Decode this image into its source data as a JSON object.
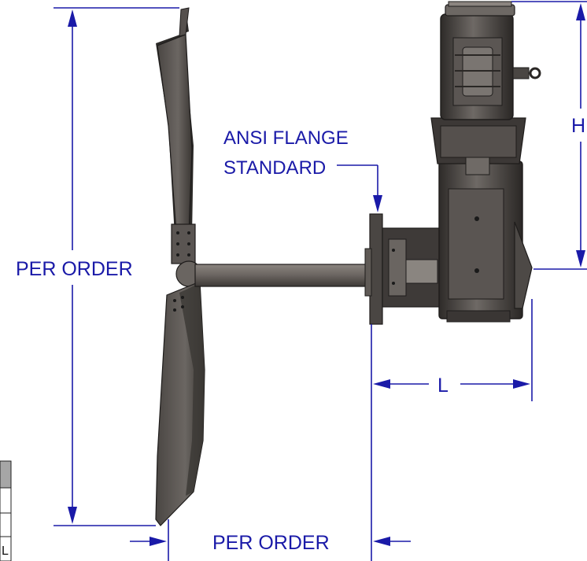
{
  "labels": {
    "flange_line1": "ANSI FLANGE",
    "flange_line2": "STANDARD",
    "diameter": "PER ORDER",
    "shaft_length": "PER ORDER",
    "height": "H",
    "length": "L"
  },
  "table": {
    "rows": [
      {
        "cell": ""
      },
      {
        "cell": ""
      },
      {
        "cell": ""
      },
      {
        "cell": "L"
      }
    ]
  },
  "colors": {
    "dimension": "#1a1aa8",
    "metal_dark": "#3a3a3a",
    "metal_mid": "#5e5a57",
    "metal_light": "#8a8580"
  }
}
